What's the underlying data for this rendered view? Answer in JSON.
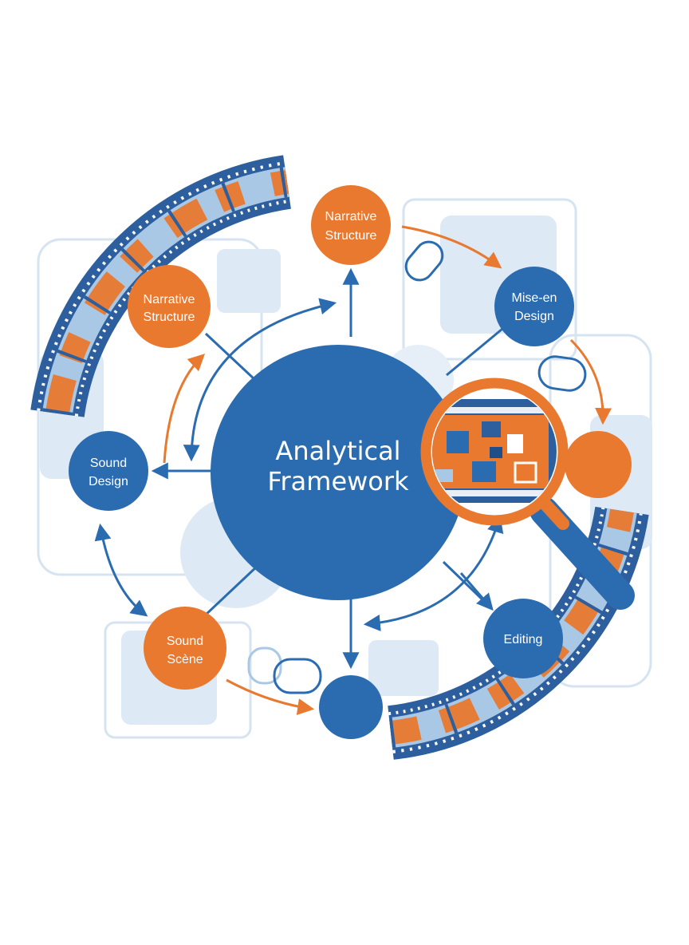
{
  "center": {
    "line1": "Analytical",
    "line2": "Framework"
  },
  "nodes": [
    {
      "id": "narrative-top",
      "line1": "Narrative",
      "line2": "Structure"
    },
    {
      "id": "narrative-left",
      "line1": "Narrative",
      "line2": "Structure"
    },
    {
      "id": "mise-en-design",
      "line1": "Mise-en",
      "line2": "Design"
    },
    {
      "id": "sound-design",
      "line1": "Sound",
      "line2": "Design"
    },
    {
      "id": "sound-scene",
      "line1": "Sound",
      "line2": "Scène"
    },
    {
      "id": "editing",
      "line1": "Editing",
      "line2": ""
    }
  ],
  "colors": {
    "blue": "#2b6cb0",
    "orange": "#e8792f",
    "light_blue": "#a9c8e6",
    "pale_blue": "#dde9f5",
    "film_dark": "#2d5f9e"
  },
  "icons": [
    "film-strip-icon",
    "magnifying-glass-icon",
    "chain-link-icon"
  ]
}
